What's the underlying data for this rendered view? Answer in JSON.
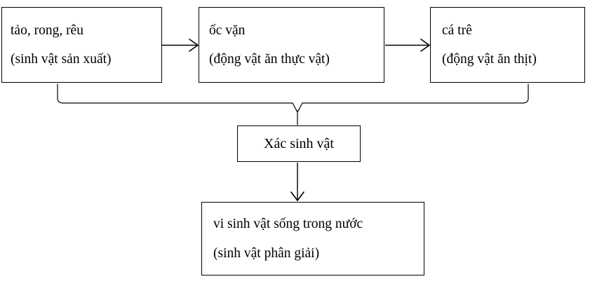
{
  "diagram": {
    "title": "Chuoi thuc an trong nuoc",
    "background_color": "#ffffff",
    "stroke_color": "#000000",
    "text_color": "#000000",
    "nodes": {
      "producer": {
        "line1": "tảo, rong, rêu",
        "line2": "(sinh vật sản xuất)"
      },
      "herbivore": {
        "line1": "ốc vặn",
        "line2": "(động vật ăn thực vật)"
      },
      "carnivore": {
        "line1": "cá trê",
        "line2": "(động vật ăn thịt)"
      },
      "detritus": {
        "line1": "Xác sinh vật"
      },
      "decomposer": {
        "line1": "vi sinh vật sống trong nước",
        "line2": "(sinh vật phân giải)"
      }
    },
    "connectors": [
      {
        "name": "arrow-producer-to-herbivore",
        "type": "arrow",
        "direction": "right",
        "from": "producer",
        "to": "herbivore"
      },
      {
        "name": "arrow-herbivore-to-carnivore",
        "type": "arrow",
        "direction": "right",
        "from": "herbivore",
        "to": "carnivore"
      },
      {
        "name": "brace-all-to-detritus",
        "type": "brace",
        "from": [
          "producer",
          "herbivore",
          "carnivore"
        ],
        "to": "detritus"
      },
      {
        "name": "arrow-detritus-to-decomposer",
        "type": "arrow",
        "direction": "down",
        "from": "detritus",
        "to": "decomposer"
      }
    ]
  }
}
